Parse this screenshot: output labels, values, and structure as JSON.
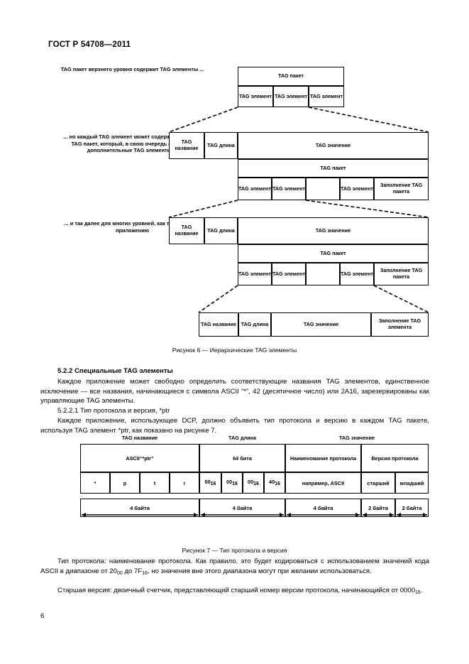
{
  "document": {
    "standard_header": "ГОСТ Р 54708—2011",
    "page_number": "6"
  },
  "figure6": {
    "caption": "Рисунок 6 — Иерархические TAG элементы",
    "notes": [
      "TAG пакет верхнего уровня содержит TAG элементы ...",
      "... но каждый TAG элемент может содержать полный TAG пакет, который, в свою очередь содержит дополнительные TAG элементы ...",
      "... и так далее для многих уровней, как требуется по приложению"
    ],
    "level1": {
      "packet": "TAG пакет",
      "elements": [
        "TAG элемент",
        "TAG элемент",
        "TAG элемент"
      ]
    },
    "level2": {
      "name": "TAG название",
      "length": "TAG длина",
      "value": "TAG значение",
      "packet": "TAG пакет",
      "cells": [
        "TAG элемент",
        "TAG элемент",
        "",
        "TAG элемент",
        "Заполнение TAG пакета"
      ]
    },
    "level3": {
      "name": "TAG название",
      "length": "TAG длина",
      "value": "TAG значение",
      "packet": "TAG пакет",
      "cells": [
        "TAG элемент",
        "TAG элемент",
        "",
        "TAG элемент",
        "Заполнение TAG пакета"
      ]
    },
    "level4": {
      "name": "TAG название",
      "length": "TAG длина",
      "value": "TAG значение",
      "filler": "Заполнение TAG элемента"
    }
  },
  "section_522": {
    "heading": "5.2.2  Специальные TAG элементы",
    "paragraph": "Каждое приложение может свободно определить соответствующие названия TAG элементов, единственное исключение — все названия, начинающиеся с символа ASCII “*”, 42 (десятичное число) или 2А16, зарезервированы как управляющие TAG элементы."
  },
  "section_5221": {
    "heading": "5.2.2.1  Тип протокола и версия, *ptr",
    "paragraph": "Каждое приложение, использующее DCP, должно объявить тип протокола и версию в каждом TAG пакете, используя TAG элемент *ptr, как показано на рисунке 7."
  },
  "figure7": {
    "caption": "Рисунок 7 — Тип протокола и версия",
    "group_labels": [
      "TAG название",
      "TAG длина",
      "TAG значение"
    ],
    "row1": [
      "ASCII“*ptr”",
      "64 бита",
      "Наименование протокола",
      "Версия протокола"
    ],
    "row2_chars": [
      "*",
      "p",
      "t",
      "r"
    ],
    "row2_bytes": [
      {
        "hex": "00",
        "base": "16"
      },
      {
        "hex": "00",
        "base": "16"
      },
      {
        "hex": "00",
        "base": "16"
      },
      {
        "hex": "40",
        "base": "16"
      }
    ],
    "row2_rest": [
      "например, ASCII",
      "старший",
      "младший"
    ],
    "sizes": [
      "4 байта",
      "4 байта",
      "4 байта",
      "2 байта",
      "2 байта"
    ]
  },
  "closing": {
    "paragraph1_a": "Тип протокола:  наименование протокола. Как правило, это будет кодироваться с использованием значений кода ASCII в диапазоне от 20",
    "paragraph1_sub1": "00",
    "paragraph1_b": " до 7F",
    "paragraph1_sub2": "16",
    "paragraph1_c": ", но значения вне этого диапазона могут при желании использоваться.",
    "paragraph2_a": "Старшая версия:  двоичный счетчик, представляющий старший номер версии протокола, начинающийся от 0000",
    "paragraph2_sub": "16",
    "paragraph2_b": "."
  }
}
